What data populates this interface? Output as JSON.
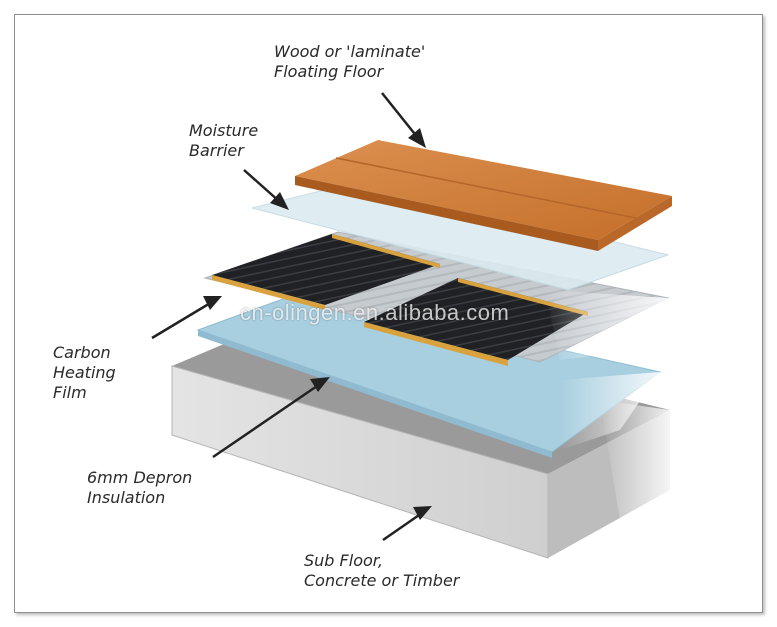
{
  "labels": {
    "floor_line1": "Wood or 'laminate'",
    "floor_line2": "Floating Floor",
    "moisture_line1": "Moisture",
    "moisture_line2": "Barrier",
    "carbon_line1": "Carbon",
    "carbon_line2": "Heating",
    "carbon_line3": "Film",
    "depron_line1": "6mm Depron",
    "depron_line2": "Insulation",
    "subfloor_line1": "Sub Floor,",
    "subfloor_line2": "Concrete or Timber"
  },
  "watermark": "cn-olingen.en.alibaba.com",
  "colors": {
    "wood": "#cf7b35",
    "wood_edge": "#a85a1f",
    "moisture_barrier": "#dbeaf0",
    "heating_film_base": "#c9ced3",
    "carbon_strip": "#222222",
    "copper_bus": "#d9a23c",
    "insulation": "#a9cfe0",
    "concrete": "#c8c8c8"
  }
}
